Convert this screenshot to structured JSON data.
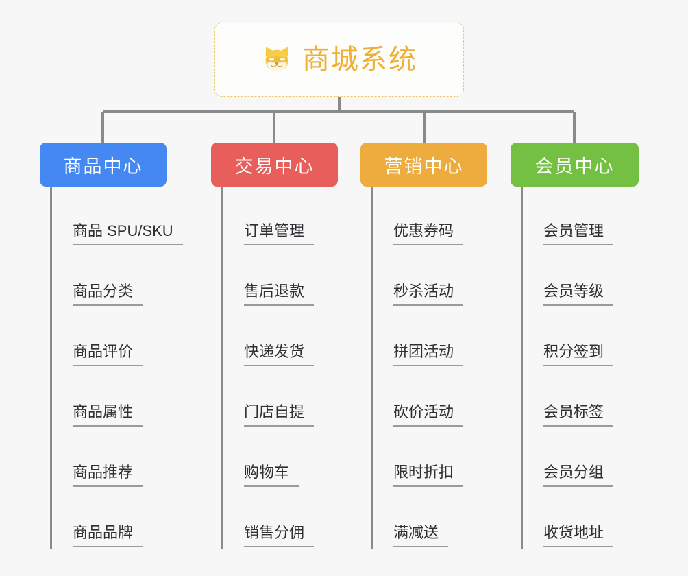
{
  "root": {
    "title": "商城系统",
    "icon": "shiba-dog-icon",
    "border_color": "#f2c46a",
    "text_color": "#f0ae33",
    "background": "#fdfdfc"
  },
  "canvas": {
    "background": "#f7f7f7",
    "connector_color": "#8a8a8a",
    "leaf_underline_color": "#9a9a9a"
  },
  "branches": [
    {
      "title": "商品中心",
      "color": "#4688f1",
      "items": [
        "商品 SPU/SKU",
        "商品分类",
        "商品评价",
        "商品属性",
        "商品推荐",
        "商品品牌"
      ]
    },
    {
      "title": "交易中心",
      "color": "#e75e5b",
      "items": [
        "订单管理",
        "售后退款",
        "快递发货",
        "门店自提",
        "购物车",
        "销售分佣"
      ]
    },
    {
      "title": "营销中心",
      "color": "#eeac3f",
      "items": [
        "优惠券码",
        "秒杀活动",
        "拼团活动",
        "砍价活动",
        "限时折扣",
        "满减送"
      ]
    },
    {
      "title": "会员中心",
      "color": "#74c043",
      "items": [
        "会员管理",
        "会员等级",
        "积分签到",
        "会员标签",
        "会员分组",
        "收货地址"
      ]
    }
  ]
}
